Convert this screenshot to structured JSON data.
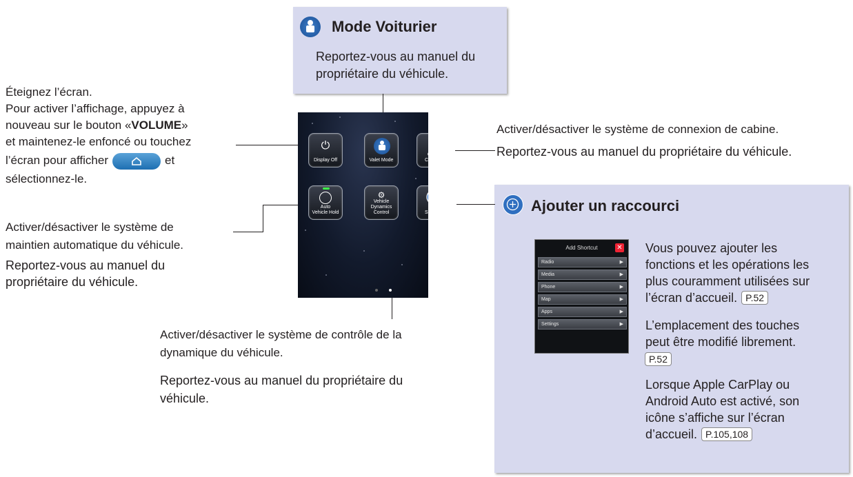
{
  "valet_box": {
    "title": "Mode Voiturier",
    "text_1": "Reportez-vous au manuel du",
    "text_2": "propriétaire du véhicule."
  },
  "display_off": {
    "line_1": "Éteignez l’écran.",
    "line_2": "Pour activer l’affichage, appuyez à",
    "line_3": "nouveau sur le bouton «",
    "line_3_bold": "VOLUME",
    "line_3_end": "»",
    "line_4": "et maintenez-le enfoncé ou touchez",
    "line_5a": "l’écran pour afficher",
    "line_5b": "et",
    "line_6": "sélectionnez-le."
  },
  "auto_hold": {
    "line_1": "Activer/désactiver le système de",
    "line_2": "maintien automatique du véhicule.",
    "line_3": "Reportez-vous au manuel du",
    "line_4": "propriétaire du véhicule."
  },
  "cabin_connect": {
    "line_1": "Activer/désactiver le système de connexion de cabine.",
    "line_2": "Reportez-vous au manuel du propriétaire du véhicule."
  },
  "vdc": {
    "line_1": "Activer/désactiver le système de contrôle de la",
    "line_2": "dynamique du véhicule.",
    "line_3": "Reportez-vous au manuel du propriétaire du",
    "line_4": "véhicule."
  },
  "shortcut_box": {
    "title": "Ajouter un raccourci",
    "p1_1": "Vous pouvez ajouter les",
    "p1_2": "fonctions et les opérations les",
    "p1_3": "plus couramment utilisées sur",
    "p1_4": "l’écran d’accueil.",
    "p1_ref": "P.52",
    "p2_1": "L’emplacement des touches",
    "p2_2": "peut être modifié librement.",
    "p2_ref": "P.52",
    "p3_1": "Lorsque Apple CarPlay ou",
    "p3_2": "Android Auto est activé, son",
    "p3_3": "icône s’affiche sur l’écran",
    "p3_4": "d’accueil.",
    "p3_ref": "P.105,108"
  },
  "screen": {
    "tiles": [
      {
        "label": "Display Off",
        "icon": "power-icon"
      },
      {
        "label": "Valet Mode",
        "icon": "valet-icon"
      },
      {
        "label": "Cabin\nConnect",
        "icon": "cabin-connect-icon"
      },
      {
        "label": "Auto\nVehicle Hold",
        "icon": "avh-icon"
      },
      {
        "label": "Vehicle\nDynamics\nControl",
        "icon": "vdc-icon"
      },
      {
        "label": "Add\nShortcut",
        "icon": "plus-circle-icon"
      }
    ],
    "led_color": "#3ef04a"
  },
  "shortcut_panel": {
    "title": "Add Shortcut",
    "close": "✕",
    "rows": [
      "Radio",
      "Media",
      "Phone",
      "Map",
      "Apps",
      "Settings"
    ]
  }
}
